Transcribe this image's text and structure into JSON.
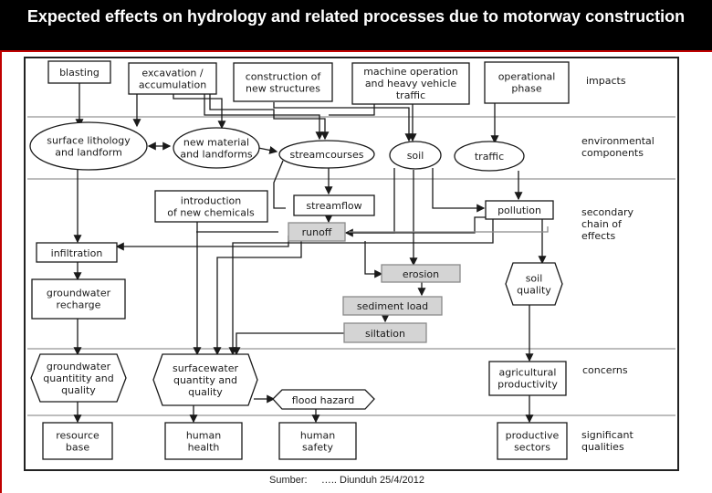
{
  "title": "Expected effects on hydrology and related processes due to motorway construction",
  "source": {
    "label": "Sumber:",
    "text": "….. Diunduh 25/4/2012"
  },
  "categories": {
    "impacts": "impacts",
    "environmental": [
      "environmental",
      "components"
    ],
    "secondary": [
      "secondary",
      "chain of",
      "effects"
    ],
    "concerns": "concerns",
    "significant": [
      "significant",
      "qualities"
    ]
  },
  "nodes": {
    "blasting": [
      "blasting"
    ],
    "excavation": [
      "excavation /",
      "accumulation"
    ],
    "construction": [
      "construction of",
      "new structures"
    ],
    "machine": [
      "machine operation",
      "and heavy vehicle",
      "traffic"
    ],
    "operational": [
      "operational",
      "phase"
    ],
    "surface_lithology": [
      "surface lithology",
      "and landform"
    ],
    "new_material": [
      "new material",
      "and landforms"
    ],
    "streamcourses": [
      "streamcourses"
    ],
    "soil": [
      "soil"
    ],
    "traffic": [
      "traffic"
    ],
    "chemicals": [
      "introduction",
      "of new chemicals"
    ],
    "streamflow": [
      "streamflow"
    ],
    "pollution": [
      "pollution"
    ],
    "runoff": [
      "runoff"
    ],
    "infiltration": [
      "infiltration"
    ],
    "erosion": [
      "erosion"
    ],
    "soil_quality": [
      "soil",
      "quality"
    ],
    "groundwater_recharge": [
      "groundwater",
      "recharge"
    ],
    "sediment_load": [
      "sediment load"
    ],
    "siltation": [
      "siltation"
    ],
    "groundwater_quantity": [
      "groundwater",
      "quantitity and",
      "quality"
    ],
    "surfacewater": [
      "surfacewater",
      "quantity and",
      "quality"
    ],
    "flood_hazard": [
      "flood hazard"
    ],
    "agricultural": [
      "agricultural",
      "productivity"
    ],
    "resource_base": [
      "resource",
      "base"
    ],
    "human_health": [
      "human",
      "health"
    ],
    "human_safety": [
      "human",
      "safety"
    ],
    "productive_sectors": [
      "productive",
      "sectors"
    ]
  },
  "colors": {
    "title_bg": "#000000",
    "title_text": "#ffffff",
    "accent_red": "#c00000",
    "shaded_box": "#d4d4d4",
    "line": "#1a1a1a",
    "grey_line": "#8a8a8a"
  }
}
